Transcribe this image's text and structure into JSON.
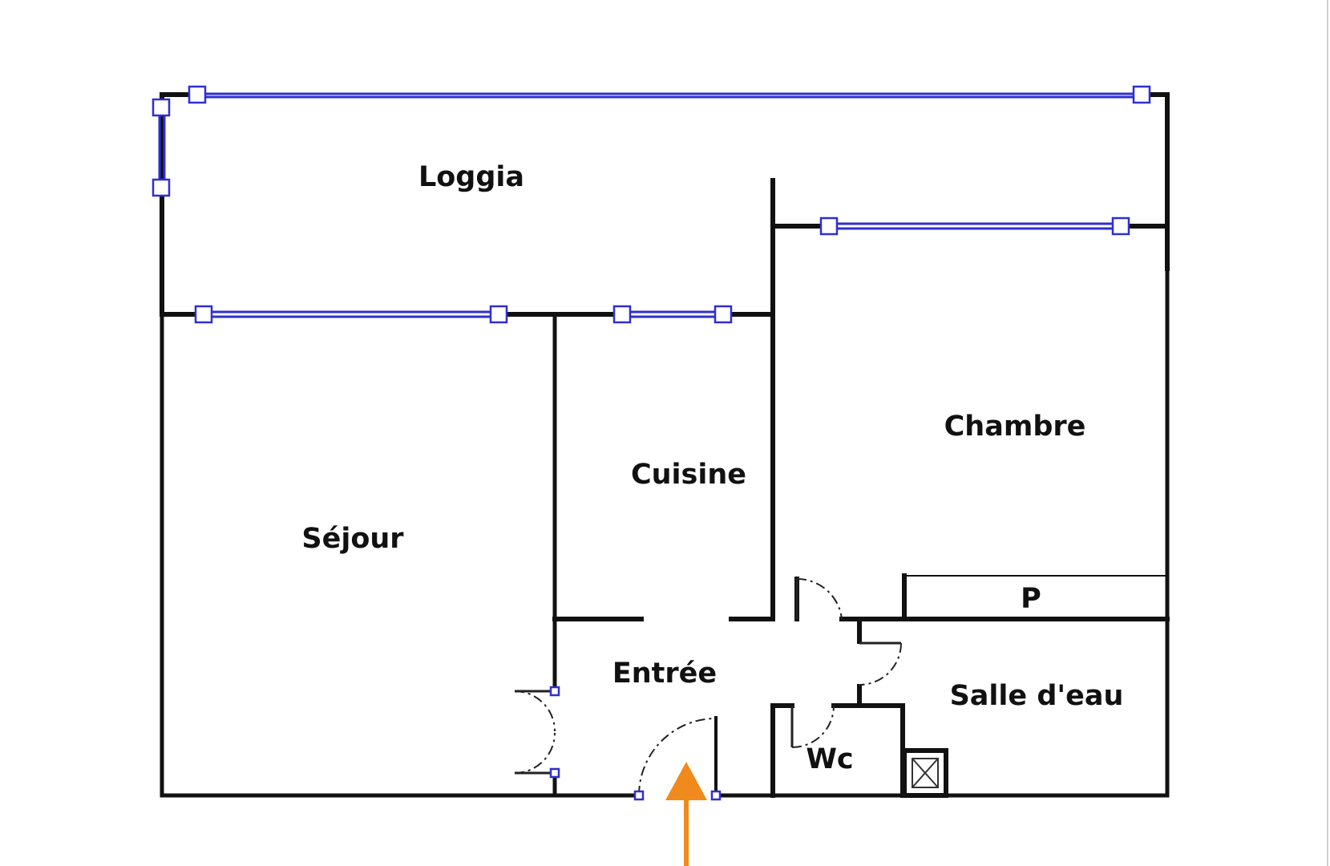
{
  "rooms": {
    "loggia": "Loggia",
    "sejour": "Séjour",
    "cuisine": "Cuisine",
    "chambre": "Chambre",
    "entree": "Entrée",
    "salle_deau": "Salle d'eau",
    "wc": "Wc",
    "placard": "P"
  },
  "colors": {
    "walls": "#111111",
    "windows": "#2f2fd0",
    "entry_arrow": "#f08a1c"
  },
  "icons": {
    "entry": "entry-arrow-icon",
    "shower": "shower-tray-icon"
  }
}
